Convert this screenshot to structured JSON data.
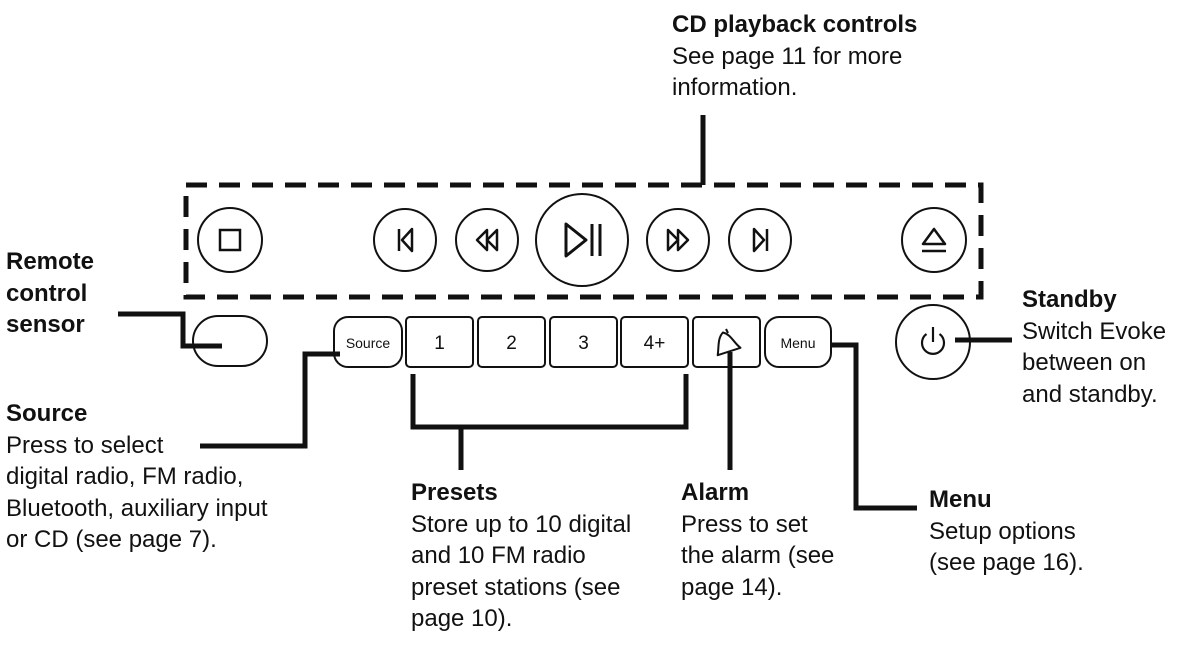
{
  "callouts": {
    "cd": {
      "title": "CD playback controls",
      "desc": "See page 11 for more\ninformation."
    },
    "remote": {
      "title": "Remote\ncontrol\nsensor"
    },
    "standby": {
      "title": "Standby",
      "desc": "Switch Evoke\nbetween on\nand standby."
    },
    "source": {
      "title": "Source",
      "desc": "Press to select\ndigital radio, FM radio,\nBluetooth, auxiliary input\nor CD (see page 7)."
    },
    "presets": {
      "title": "Presets",
      "desc": "Store up to 10 digital\nand 10 FM radio\npreset stations (see\npage 10)."
    },
    "alarm": {
      "title": "Alarm",
      "desc": "Press to set\nthe alarm (see\npage 14)."
    },
    "menu": {
      "title": "Menu",
      "desc": "Setup options\n(see page 16)."
    }
  },
  "buttons": {
    "source": "Source",
    "preset_1": "1",
    "preset_2": "2",
    "preset_3": "3",
    "preset_4": "4+",
    "menu": "Menu"
  },
  "icons": [
    "stop-icon",
    "previous-track-icon",
    "rewind-icon",
    "play-pause-icon",
    "fast-forward-icon",
    "next-track-icon",
    "eject-icon",
    "alarm-bell-icon",
    "power-icon"
  ],
  "colors": {
    "ink": "#111111",
    "background": "#ffffff"
  }
}
